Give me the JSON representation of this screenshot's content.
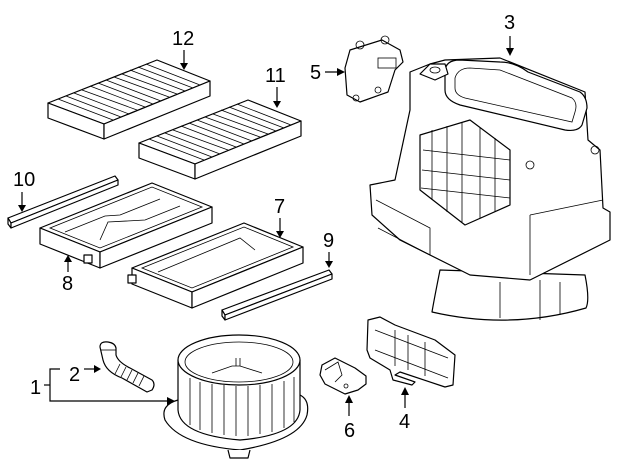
{
  "diagram": {
    "title": "Blower Motor & Heater/AC Unit Components",
    "callouts": [
      {
        "id": "1",
        "label": "1",
        "part": "blower-motor-assembly"
      },
      {
        "id": "2",
        "label": "2",
        "part": "motor-hose"
      },
      {
        "id": "3",
        "label": "3",
        "part": "blower-housing"
      },
      {
        "id": "4",
        "label": "4",
        "part": "resistor-cover"
      },
      {
        "id": "5",
        "label": "5",
        "part": "recirculation-actuator"
      },
      {
        "id": "6",
        "label": "6",
        "part": "blower-resistor"
      },
      {
        "id": "7",
        "label": "7",
        "part": "filter-holder-right"
      },
      {
        "id": "8",
        "label": "8",
        "part": "filter-holder-left"
      },
      {
        "id": "9",
        "label": "9",
        "part": "filter-seal-right"
      },
      {
        "id": "10",
        "label": "10",
        "part": "filter-seal-left"
      },
      {
        "id": "11",
        "label": "11",
        "part": "cabin-air-filter-right"
      },
      {
        "id": "12",
        "label": "12",
        "part": "cabin-air-filter-left"
      }
    ]
  }
}
